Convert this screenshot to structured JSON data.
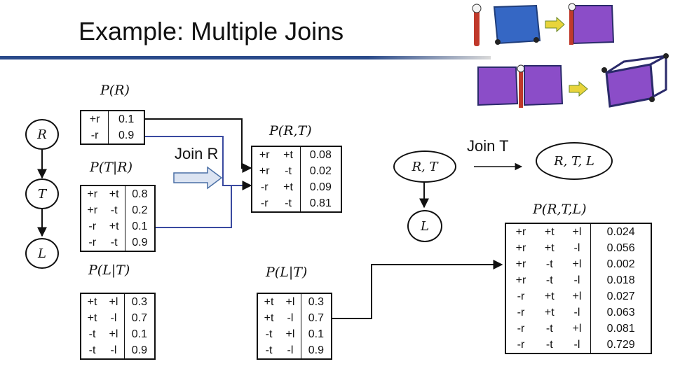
{
  "title": "Example: Multiple Joins",
  "join_r_label": "Join R",
  "join_t_label": "Join T",
  "nodes": {
    "r": "R",
    "t": "T",
    "l": "L",
    "rt": "R, T",
    "l2": "L",
    "rtl": "R, T, L"
  },
  "labels": {
    "pr": "P(R)",
    "ptr": "P(T|R)",
    "plt": "P(L|T)",
    "prt": "P(R,T)",
    "plt2": "P(L|T)",
    "prtl": "P(R,T,L)"
  },
  "tables": {
    "pr": [
      [
        "+r",
        "0.1"
      ],
      [
        "-r",
        "0.9"
      ]
    ],
    "ptr": [
      [
        "+r",
        "+t",
        "0.8"
      ],
      [
        "+r",
        "-t",
        "0.2"
      ],
      [
        "-r",
        "+t",
        "0.1"
      ],
      [
        "-r",
        "-t",
        "0.9"
      ]
    ],
    "plt": [
      [
        "+t",
        "+l",
        "0.3"
      ],
      [
        "+t",
        "-l",
        "0.7"
      ],
      [
        "-t",
        "+l",
        "0.1"
      ],
      [
        "-t",
        "-l",
        "0.9"
      ]
    ],
    "prt": [
      [
        "+r",
        "+t",
        "0.08"
      ],
      [
        "+r",
        "-t",
        "0.02"
      ],
      [
        "-r",
        "+t",
        "0.09"
      ],
      [
        "-r",
        "-t",
        "0.81"
      ]
    ],
    "plt2": [
      [
        "+t",
        "+l",
        "0.3"
      ],
      [
        "+t",
        "-l",
        "0.7"
      ],
      [
        "-t",
        "+l",
        "0.1"
      ],
      [
        "-t",
        "-l",
        "0.9"
      ]
    ],
    "prtl": [
      [
        "+r",
        "+t",
        "+l",
        "0.024"
      ],
      [
        "+r",
        "+t",
        "-l",
        "0.056"
      ],
      [
        "+r",
        "-t",
        "+l",
        "0.002"
      ],
      [
        "+r",
        "-t",
        "-l",
        "0.018"
      ],
      [
        "-r",
        "+t",
        "+l",
        "0.027"
      ],
      [
        "-r",
        "+t",
        "-l",
        "0.063"
      ],
      [
        "-r",
        "-t",
        "+l",
        "0.081"
      ],
      [
        "-r",
        "-t",
        "-l",
        "0.729"
      ]
    ]
  },
  "colors": {
    "title_rule": "#2a4a8a",
    "connector_blue": "#3a4aa0",
    "arrow_fill": "#dce4f2",
    "arrow_stroke": "#4a6fa5"
  },
  "illustration": {
    "description_icons": [
      "blue-box-icon",
      "purple-box-icon",
      "joined-box-icon",
      "yellow-arrow-icon",
      "stick-figure-icon"
    ]
  }
}
